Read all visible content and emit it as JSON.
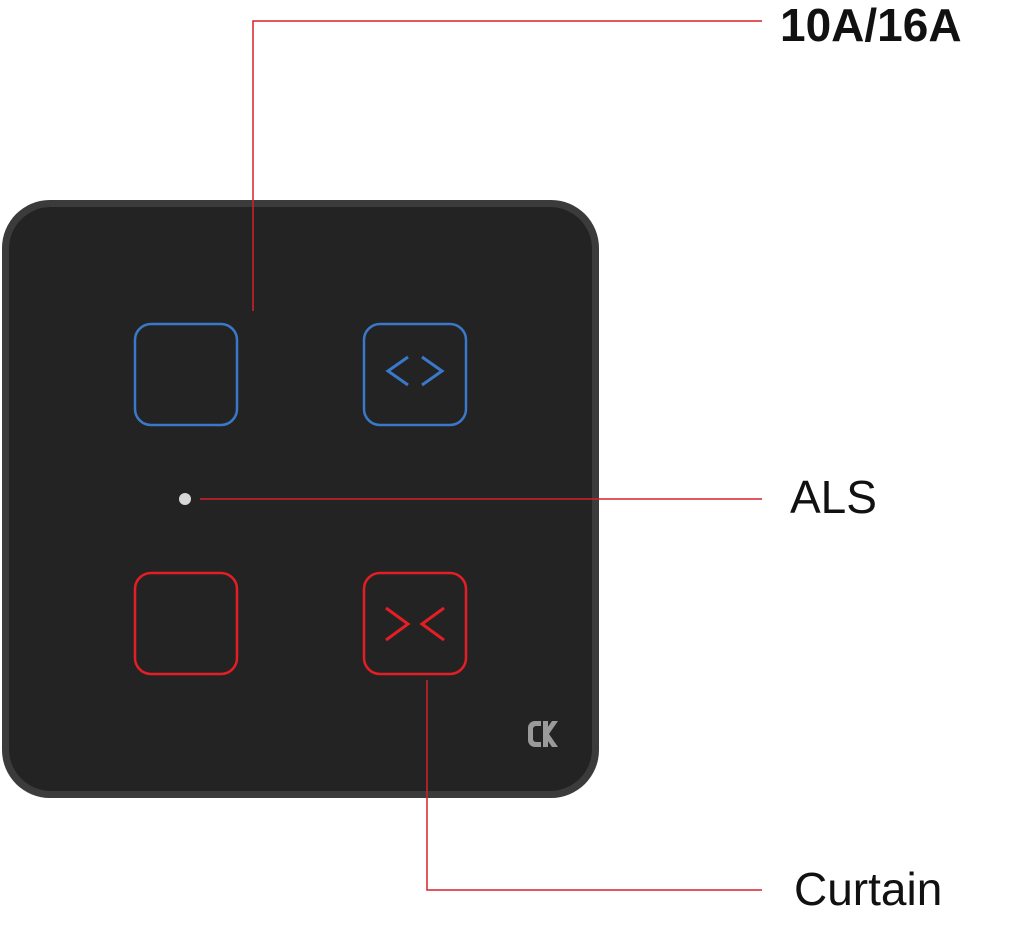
{
  "labels": {
    "rating": "10A/16A",
    "sensor": "ALS",
    "curtain": "Curtain"
  },
  "logo": "CK",
  "colors": {
    "panel": "#232323",
    "frame": "#3a3a3a",
    "blue": "#3a78c9",
    "red": "#e31e24",
    "leader": "#d8202a",
    "sensor_dot": "#d8d8d8",
    "logo": "#9a9a9a"
  }
}
